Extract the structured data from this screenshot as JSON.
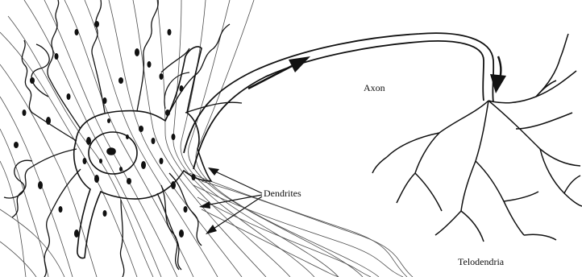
{
  "labels": {
    "axon": "Axon",
    "dendrites": "Dendrites",
    "telodendria": "Telodendria"
  },
  "colors": {
    "ink": "#111111",
    "background": "#ffffff"
  }
}
